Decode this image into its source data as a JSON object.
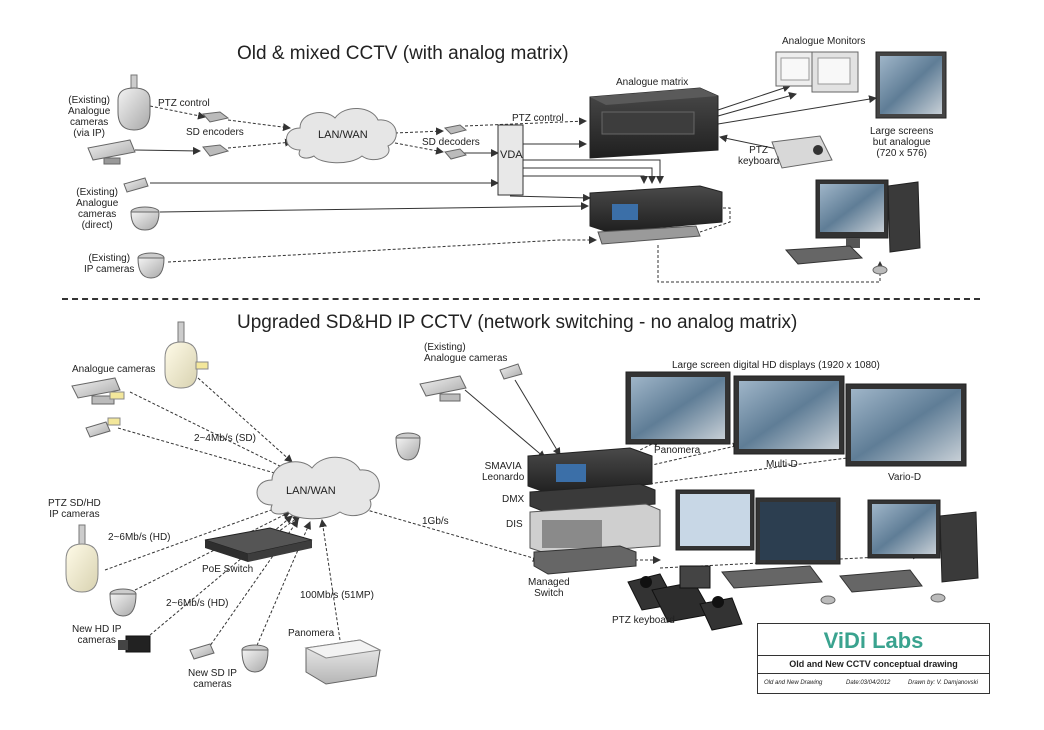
{
  "sections": {
    "old_title": "Old & mixed CCTV (with analog matrix)",
    "new_title": "Upgraded SD&HD IP CCTV (network switching - no analog matrix)"
  },
  "labels": {
    "existing_analogue_via_ip": "(Existing)\nAnalogue\ncameras\n(via IP)",
    "ptz_control_top": "PTZ control",
    "sd_encoders": "SD encoders",
    "lan_wan_top": "LAN/WAN",
    "sd_decoders": "SD decoders",
    "ptz_control_matrix": "PTZ control",
    "analogue_matrix": "Analogue matrix",
    "vda": "VDA",
    "analogue_monitors": "Analogue Monitors",
    "large_screens_analogue": "Large screens\nbut analogue\n(720 x 576)",
    "ptz_keyboard_top": "PTZ\nkeyboard",
    "existing_analogue_direct": "(Existing)\nAnalogue\ncameras\n(direct)",
    "existing_ip_cameras": "(Existing)\nIP cameras",
    "analogue_cameras": "Analogue cameras",
    "rate_sd": "2~4Mb/s (SD)",
    "lan_wan_bottom": "LAN/WAN",
    "ptz_sd_hd": "PTZ SD/HD\nIP cameras",
    "rate_hd1": "2~6Mb/s (HD)",
    "poe_switch": "PoE Switch",
    "rate_hd2": "2~6Mb/s (HD)",
    "new_hd_ip": "New HD IP\ncameras",
    "new_sd_ip": "New SD IP\ncameras",
    "rate_100": "100Mb/s (51MP)",
    "panomera_device": "Panomera",
    "rate_1g": "1Gb/s",
    "existing_analogue_bottom": "(Existing)\nAnalogue cameras",
    "smavia": "SMAVIA\nLeonardo",
    "dmx": "DMX",
    "dis": "DIS",
    "managed_switch": "Managed\nSwitch",
    "large_hd_displays": "Large screen digital HD displays (1920 x 1080)",
    "panomera_screen": "Panomera",
    "multi_d": "Multi-D",
    "vario_d": "Vario-D",
    "ptz_keyboard_bottom": "PTZ keyboard"
  },
  "titleblock": {
    "brand": "ViDi Labs",
    "subtitle": "Old and New CCTV conceptual drawing",
    "foot_left": "Old and New Drawing",
    "foot_mid": "Date:03/04/2012",
    "foot_right": "Drawn by: V. Damjanovski"
  },
  "colors": {
    "brand": "#3aa38f",
    "device_dark": "#2b2b2b",
    "device_light": "#d9d9d9",
    "cloud": "#e6e6e6",
    "line": "#333333",
    "screen_blue": "#3b6fa8"
  }
}
